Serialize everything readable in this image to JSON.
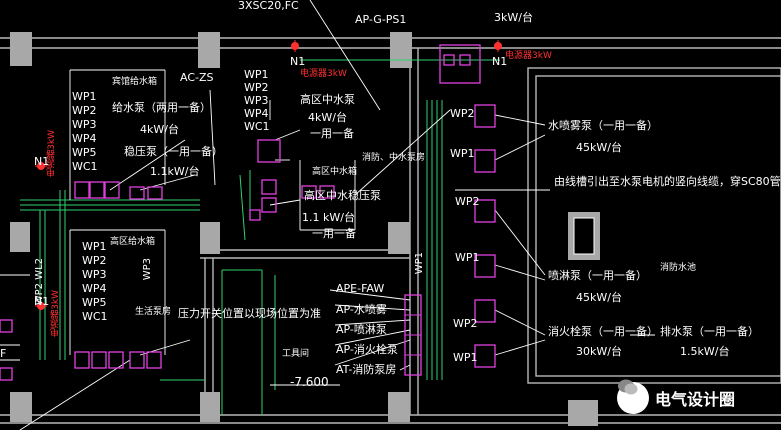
{
  "top": {
    "left_text": "3XSC20,FC",
    "right_text": "3kW/台",
    "ps1": "AP-G-PS1"
  },
  "n1_label": "N1",
  "lamp_label": "电源器3kW",
  "guest_tank": {
    "title": "宾馆给水箱",
    "wp": [
      "WP1",
      "WP2",
      "WP3",
      "WP4",
      "WP5",
      "WC1"
    ],
    "pump": "给水泵（两用一备）",
    "pump_kw": "4kW/台",
    "reg": "稳压泵（一用一备）",
    "reg_kw": "1.1kW/台"
  },
  "ac_zs": "AC-ZS",
  "mid_wp": [
    "WP1",
    "WP2",
    "WP3",
    "WP4",
    "WC1"
  ],
  "mid_pump": {
    "title": "高区中水泵",
    "kw": "4kW/台",
    "mode": "一用一备"
  },
  "mid_tank": {
    "t1": "高区中水箱",
    "t2": "高区中水稳压泵",
    "kw": "1.1 kW/台",
    "mode": "一用一备"
  },
  "fire_room": "消防、中水泵房",
  "right": {
    "wp": [
      "WP2",
      "WP1",
      "WP2",
      "WP1",
      "WP2",
      "WP1"
    ],
    "items": [
      {
        "name": "水喷雾泵（一用一备）",
        "kw": "45kW/台"
      },
      {
        "name": "喷淋泵（一用一备）",
        "kw": "45kW/台"
      },
      {
        "name": "消火栓泵（一用一备）",
        "kw": "30kW/台"
      }
    ],
    "drain": {
      "name": "排水泵（一用一备）",
      "kw": "1.5kW/台"
    },
    "cable_note": "由线槽引出至水泵电机的竖向线缆，穿SC80管",
    "pool": "消防水池"
  },
  "high_tank": {
    "title": "高区给水箱",
    "wp": [
      "WP1",
      "WP2",
      "WP3",
      "WP4",
      "WP5",
      "WC1"
    ],
    "room": "生活泵房"
  },
  "wp3": "WP3",
  "wp1_vertical": "WP1",
  "wp2_wl2": "WP2 WL2",
  "pressure_note": "压力开关位置以现场位置为准",
  "ape": [
    "APE-FAW",
    "AP-水喷雾",
    "AP-喷淋泵",
    "AP-消火栓泵",
    "AT-消防泵房"
  ],
  "tool_room": "工具间",
  "level": "-7.600",
  "left_f": "F",
  "watermark": "电气设计圈"
}
